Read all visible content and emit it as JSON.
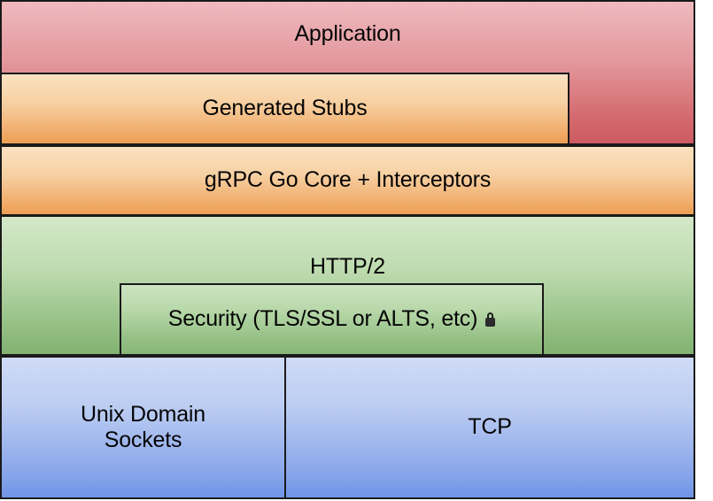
{
  "diagram": {
    "type": "layered-stack",
    "title": "gRPC Go transport stack",
    "layers": [
      {
        "id": "application",
        "label": "Application",
        "color": "#d3696e"
      },
      {
        "id": "generated-stubs",
        "label": "Generated Stubs",
        "color": "#f0ab68"
      },
      {
        "id": "grpc-core",
        "label": "gRPC Go Core + Interceptors",
        "color": "#f0ab68"
      },
      {
        "id": "http2",
        "label": "HTTP/2",
        "color": "#94bf84"
      },
      {
        "id": "security",
        "label": "Security (TLS/SSL or ALTS, etc)",
        "icon": "lock-icon",
        "color": "#95c085"
      },
      {
        "id": "unix-sockets",
        "label": "Unix Domain\nSockets",
        "color": "#8ca8ea"
      },
      {
        "id": "tcp",
        "label": "TCP",
        "color": "#8ca8ea"
      }
    ]
  },
  "colors": {
    "application_top": "#eebabe",
    "application_bottom": "#cc5b61",
    "orange_top": "#fbe2c1",
    "orange_bottom": "#ed9e54",
    "green_top": "#d3e7c8",
    "green_bottom": "#82b271",
    "blue_top": "#cfdbf7",
    "blue_bottom": "#7095e6",
    "stroke": "#1a1a1a",
    "text": "#050505",
    "background": "#ffffff"
  }
}
